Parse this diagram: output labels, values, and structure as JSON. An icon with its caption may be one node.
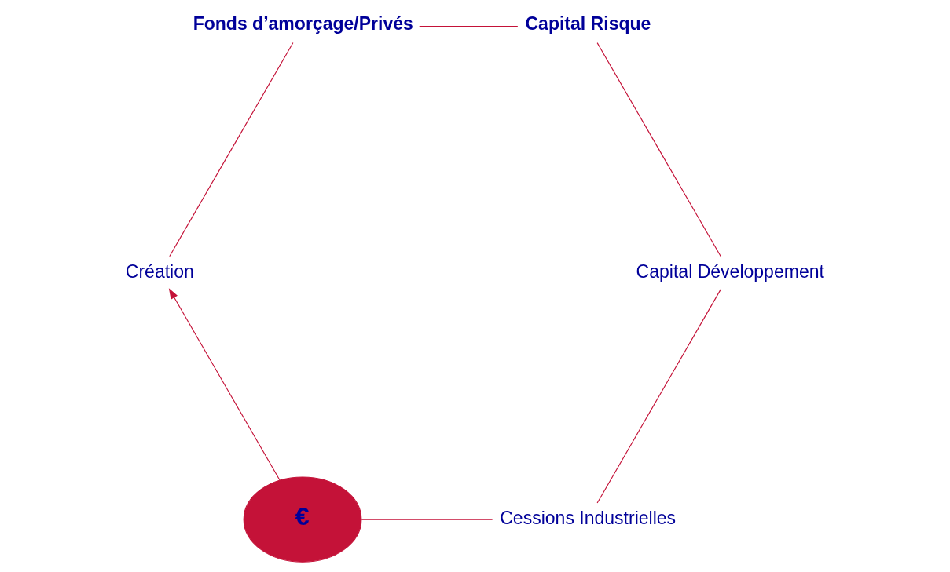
{
  "diagram": {
    "nodes": [
      {
        "text": [
          "Cessions Industrielles"
        ]
      },
      {
        "text": [
          "Capital Développement"
        ]
      },
      {
        "text": [
          "Capital Risque"
        ]
      },
      {
        "text": [
          "Fonds d’amorçage/Privés"
        ]
      },
      {
        "text": [
          "Création"
        ]
      },
      {
        "text": [
          "€"
        ]
      }
    ],
    "edges": [
      {
        "from": 4,
        "to": 3,
        "arrow": "none"
      },
      {
        "from": 3,
        "to": 2,
        "arrow": "none"
      },
      {
        "from": 2,
        "to": 1,
        "arrow": "none"
      },
      {
        "from": 1,
        "to": 0,
        "arrow": "none"
      },
      {
        "from": 0,
        "to": 5,
        "arrow": "none"
      },
      {
        "from": 5,
        "to": 4,
        "arrow": "to"
      }
    ]
  }
}
